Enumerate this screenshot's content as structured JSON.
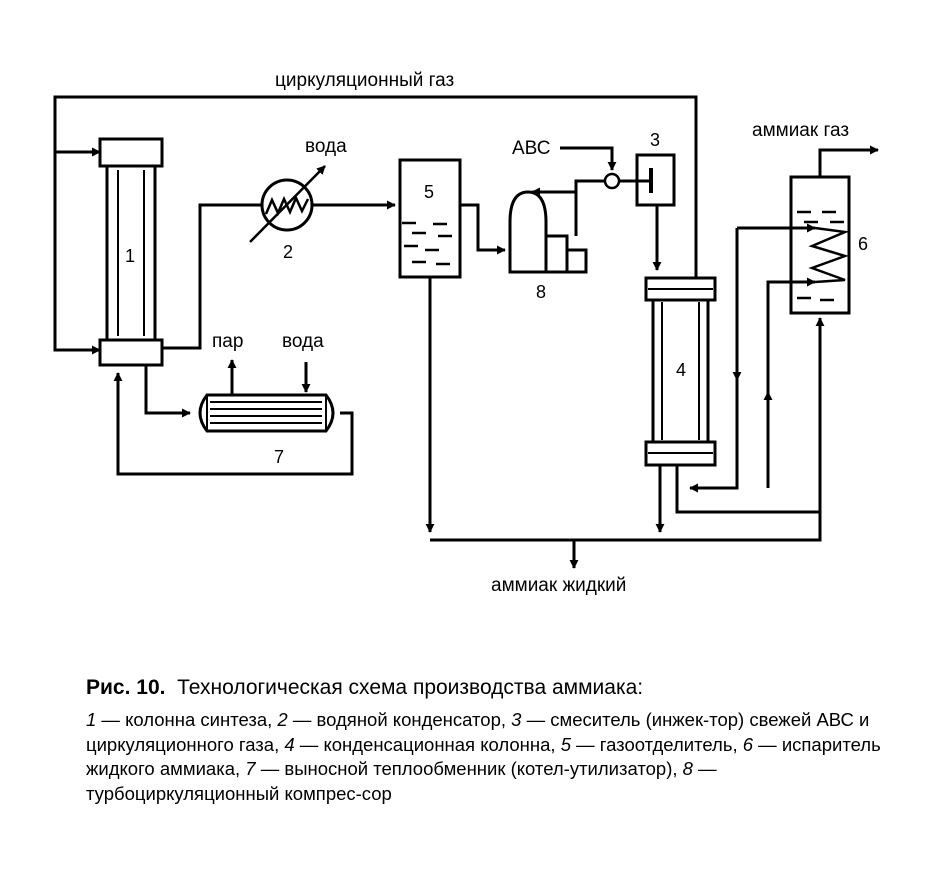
{
  "diagram": {
    "labels": {
      "circ_gas": "циркуляционный газ",
      "water1": "вода",
      "abc": "АВС",
      "ammonia_gas": "аммиак газ",
      "steam": "пар",
      "water2": "вода",
      "ammonia_liquid": "аммиак жидкий"
    },
    "units": {
      "u1": "1",
      "u2": "2",
      "u3": "3",
      "u4": "4",
      "u5": "5",
      "u6": "6",
      "u7": "7",
      "u8": "8"
    }
  },
  "caption": {
    "fig_prefix": "Рис.",
    "fig_number": "10.",
    "title": "Технологическая схема производства аммиака:",
    "items": [
      {
        "num": "1",
        "text": " — колонна синтеза, "
      },
      {
        "num": "2",
        "text": " — водяной конденсатор, "
      },
      {
        "num": "3",
        "text": " — смеситель (инжек-тор) свежей АВС и циркуляционного газа, "
      },
      {
        "num": "4",
        "text": " — конденсационная колонна, "
      },
      {
        "num": "5",
        "text": " — газоотделитель, "
      },
      {
        "num": "6",
        "text": " — испаритель жидкого аммиака, "
      },
      {
        "num": "7",
        "text": " — выносной теплообменник (котел-утилизатор), "
      },
      {
        "num": "8",
        "text": " — турбоциркуляционный компрес-сор"
      }
    ]
  }
}
